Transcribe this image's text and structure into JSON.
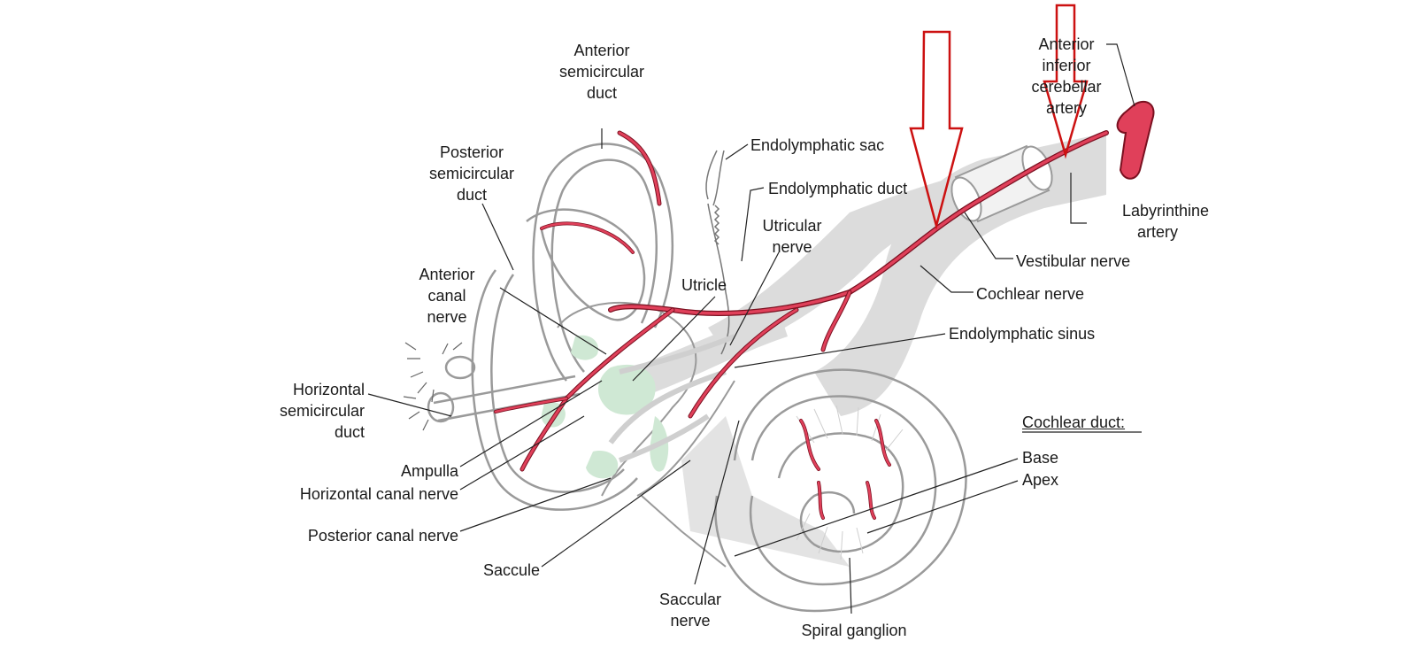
{
  "labels": {
    "anterior_semicircular_duct": [
      "Anterior",
      "semicircular",
      "duct"
    ],
    "posterior_semicircular_duct": [
      "Posterior",
      "semicircular",
      "duct"
    ],
    "anterior_canal_nerve": [
      "Anterior",
      "canal",
      "nerve"
    ],
    "horizontal_semicircular_duct": [
      "Horizontal",
      "semicircular",
      "duct"
    ],
    "ampulla": "Ampulla",
    "horizontal_canal_nerve": "Horizontal canal nerve",
    "posterior_canal_nerve": "Posterior canal nerve",
    "saccule": "Saccule",
    "saccular_nerve": [
      "Saccular",
      "nerve"
    ],
    "spiral_ganglion": "Spiral ganglion",
    "utricle": "Utricle",
    "utricular_nerve": [
      "Utricular",
      "nerve"
    ],
    "endolymphatic_sac": "Endolymphatic sac",
    "endolymphatic_duct": "Endolymphatic duct",
    "endolymphatic_sinus": "Endolymphatic sinus",
    "anterior_inferior_cerebellar_artery": [
      "Anterior",
      "inferior",
      "cerebellar",
      "artery"
    ],
    "labyrinthine_artery": [
      "Labyrinthine",
      "artery"
    ],
    "vestibular_nerve": "Vestibular nerve",
    "cochlear_nerve": "Cochlear nerve",
    "cochlear_duct": "Cochlear duct:",
    "base": "Base",
    "apex": "Apex"
  },
  "colors": {
    "artery": "#e0405a",
    "artery_outline": "#7a1020",
    "pointer_arrow": "#cc1111",
    "tissue_gray": "#dcdcdc",
    "outline_gray": "#9a9a9a",
    "sensory_green": "#cfe8d4"
  }
}
